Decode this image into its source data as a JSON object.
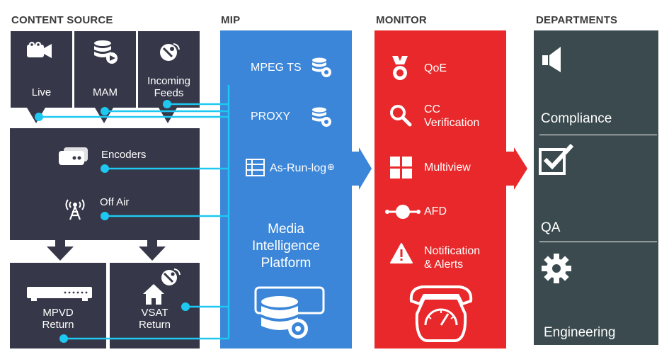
{
  "headers": {
    "content_source": "CONTENT SOURCE",
    "mip": "MIP",
    "monitor": "MONITOR",
    "departments": "DEPARTMENTS"
  },
  "content_source": {
    "live": "Live",
    "mam": "MAM",
    "incoming_feeds_line1": "Incoming",
    "incoming_feeds_line2": "Feeds",
    "encoders": "Encoders",
    "off_air": "Off Air",
    "mpvd_line1": "MPVD",
    "mpvd_line2": "Return",
    "vsat_line1": "VSAT",
    "vsat_line2": "Return"
  },
  "mip": {
    "mpeg_ts": "MPEG TS",
    "proxy": "PROXY",
    "as_run_log": "As-Run-log",
    "title_line1": "Media",
    "title_line2": "Intelligence",
    "title_line3": "Platform"
  },
  "monitor": {
    "qoe": "QoE",
    "cc_line1": "CC",
    "cc_line2": "Verification",
    "multiview": "Multiview",
    "afd": "AFD",
    "notif_line1": "Notification",
    "notif_line2": "& Alerts"
  },
  "departments": {
    "compliance": "Compliance",
    "qa": "QA",
    "engineering": "Engineering"
  },
  "colors": {
    "dark_panel": "#363849",
    "mip_blue": "#3b86d8",
    "monitor_red": "#e8282a",
    "dept_slate": "#3a4a4e",
    "connector_cyan": "#1ec8f0"
  }
}
